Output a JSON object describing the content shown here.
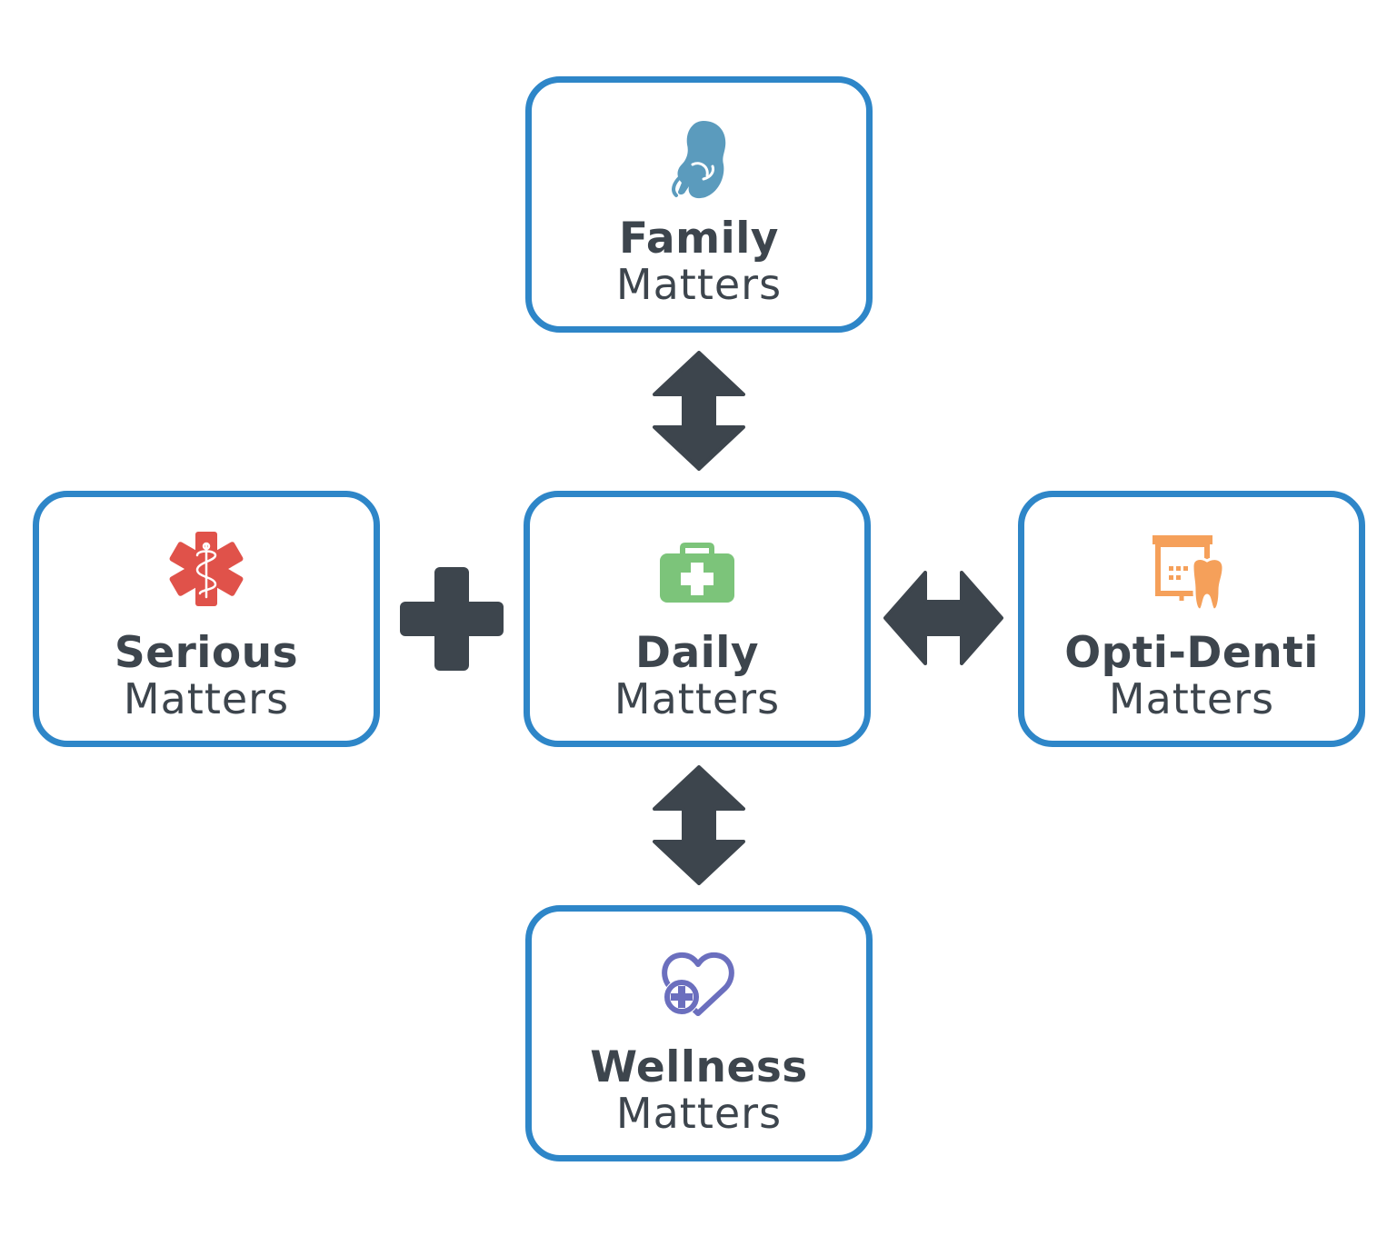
{
  "nodes": {
    "family": {
      "title": "Family",
      "subtitle": "Matters",
      "icon": "fetus-icon",
      "icon_color": "#5b9bbd"
    },
    "daily": {
      "title": "Daily",
      "subtitle": "Matters",
      "icon": "first-aid-kit-icon",
      "icon_color": "#7cc47a"
    },
    "serious": {
      "title": "Serious",
      "subtitle": "Matters",
      "icon": "medical-star-icon",
      "icon_color": "#e0524a"
    },
    "opti": {
      "title": "Opti-Denti",
      "subtitle": "Matters",
      "icon": "eye-chart-tooth-icon",
      "icon_color": "#f5a05a"
    },
    "wellness": {
      "title": "Wellness",
      "subtitle": "Matters",
      "icon": "heart-plus-icon",
      "icon_color": "#6b6fbe"
    }
  },
  "connectors": [
    {
      "from": "family",
      "to": "daily",
      "type": "double-arrow-vertical"
    },
    {
      "from": "serious",
      "to": "daily",
      "type": "plus"
    },
    {
      "from": "daily",
      "to": "opti",
      "type": "double-arrow-horizontal"
    },
    {
      "from": "daily",
      "to": "wellness",
      "type": "double-arrow-vertical"
    }
  ],
  "colors": {
    "card_border": "#2e86c8",
    "text": "#3d454d",
    "connector": "#3d454d"
  }
}
